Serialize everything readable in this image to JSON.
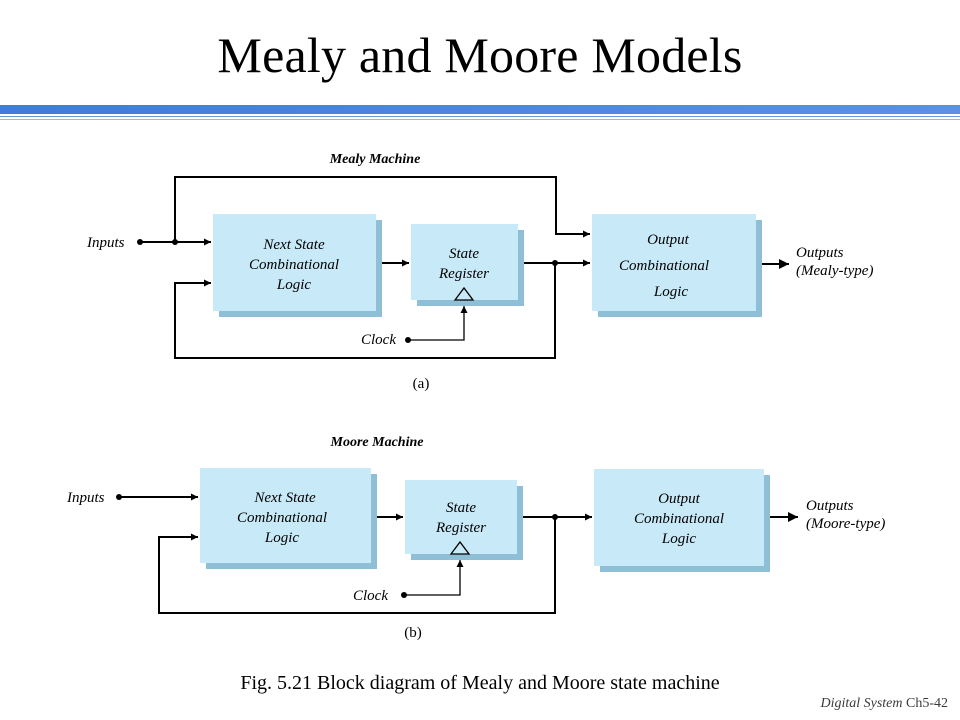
{
  "title": "Mealy and Moore Models",
  "caption": "Fig. 5.21 Block diagram of Mealy and Moore state machine",
  "footer": {
    "course": "Digital System",
    "page": "Ch5-42"
  },
  "mealy": {
    "heading": "Mealy Machine",
    "sublabel": "(a)",
    "inputs": "Inputs",
    "clock": "Clock",
    "next_state": [
      "Next State",
      "Combinational",
      "Logic"
    ],
    "state_register": [
      "State",
      "Register"
    ],
    "output_logic": [
      "Output",
      "Combinational",
      "Logic"
    ],
    "outputs": [
      "Outputs",
      "(Mealy-type)"
    ]
  },
  "moore": {
    "heading": "Moore Machine",
    "sublabel": "(b)",
    "inputs": "Inputs",
    "clock": "Clock",
    "next_state": [
      "Next State",
      "Combinational",
      "Logic"
    ],
    "state_register": [
      "State",
      "Register"
    ],
    "output_logic": [
      "Output",
      "Combinational",
      "Logic"
    ],
    "outputs": [
      "Outputs",
      "(Moore-type)"
    ]
  },
  "colors": {
    "block_fill": "#c8eaf8",
    "block_shadow": "#8fbfd6",
    "rule": "#3f7dd6"
  }
}
